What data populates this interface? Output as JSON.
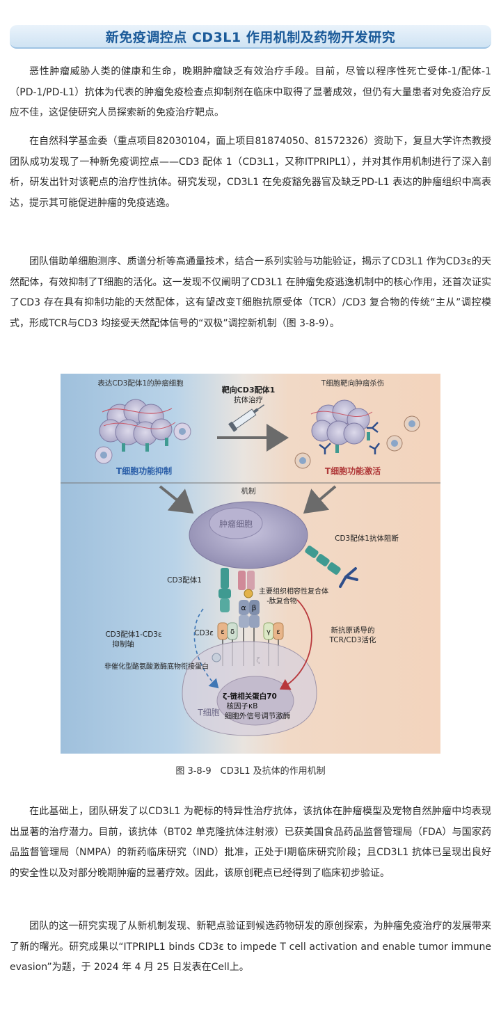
{
  "title": "新免疫调控点 CD3L1 作用机制及药物开发研究",
  "paragraphs": [
    "恶性肿瘤威胁人类的健康和生命，晚期肿瘤缺乏有效治疗手段。目前，尽管以程序性死亡受体-1/配体-1（PD-1/PD-L1）抗体为代表的肿瘤免疫检查点抑制剂在临床中取得了显著成效，但仍有大量患者对免疫治疗反应不佳，这促使研究人员探索新的免疫治疗靶点。",
    "在自然科学基金委（重点项目82030104，面上项目81874050、81572326）资助下，复旦大学许杰教授团队成功发现了一种新免疫调控点——CD3 配体 1（CD3L1，又称ITPRIPL1），并对其作用机制进行了深入剖析，研发出针对该靶点的治疗性抗体。研究发现，CD3L1 在免疫豁免器官及缺乏PD-L1 表达的肿瘤组织中高表达，提示其可能促进肿瘤的免疫逃逸。",
    "团队借助单细胞测序、质谱分析等高通量技术，结合一系列实验与功能验证，揭示了CD3L1 作为CD3ε的天然配体，有效抑制了T细胞的活化。这一发现不仅阐明了CD3L1 在肿瘤免疫逃逸机制中的核心作用，还首次证实了CD3 存在具有抑制功能的天然配体，这有望改变T细胞抗原受体（TCR）/CD3 复合物的传统“主从”调控模式，形成TCR与CD3 均接受天然配体信号的“双极”调控新机制（图 3-8-9）。",
    "在此基础上，团队研发了以CD3L1 为靶标的特异性治疗抗体，该抗体在肿瘤模型及宠物自然肿瘤中均表现出显著的治疗潜力。目前，该抗体（BT02 单克隆抗体注射液）已获美国食品药品监督管理局（FDA）与国家药品监督管理局（NMPA）的新药临床研究（IND）批准，正处于Ⅰ期临床研究阶段；且CD3L1 抗体已呈现出良好的安全性以及对部分晚期肿瘤的显著疗效。因此，该原创靶点已经得到了临床初步验证。",
    "团队的这一研究实现了从新机制发现、新靶点验证到候选药物研发的原创探索，为肿瘤免疫治疗的发展带来了新的曙光。研究成果以“ITPRIPL1 binds CD3ε to impede T cell activation and enable tumor immune evasion”为题，于 2024 年 4 月 25 日发表在Cell上。"
  ],
  "figure": {
    "label_tumor_cd3l1": "表达CD3配体1的肿瘤细胞",
    "label_therapy_line1": "靶向CD3配体1",
    "label_therapy_line2": "抗体治疗",
    "label_killing": "T细胞靶向肿瘤杀伤",
    "label_t_suppressed": "T细胞功能抑制",
    "label_t_activated": "T细胞功能激活",
    "label_mechanism": "机制",
    "label_tumor_cell": "肿瘤细胞",
    "label_block": "CD3配体1抗体阻断",
    "label_cd3l1": "CD3配体1",
    "label_mhc_line1": "主要组织相容性复合体",
    "label_mhc_line2": "-肽复合物",
    "label_alpha": "α",
    "label_beta": "β",
    "label_cd3e": "CD3ε",
    "label_epsilon_left": "ε",
    "label_delta": "δ",
    "label_gamma": "γ",
    "label_epsilon_right": "ε",
    "label_zeta": "ζ",
    "label_axis_line1": "CD3配体1-CD3ε",
    "label_axis_line2": "抑制轴",
    "label_activation_line1": "新抗原诱导的",
    "label_activation_line2": "TCR/CD3活化",
    "label_ncp": "非催化型酪氨酸激酶底物衔接蛋白",
    "label_zap70": "ζ-链相关蛋白70",
    "label_nfkb": "核因子κB",
    "label_erk": "细胞外信号调节激酶",
    "label_tcell": "T细胞"
  },
  "caption": "图 3-8-9　CD3L1 及抗体的作用机制",
  "colors": {
    "title": "#1b5a99",
    "blue_panel": "#9fc0dc",
    "peach_panel": "#f3d4bd",
    "teal": "#3f9a91",
    "pink": "#d08a98",
    "dark_blue_antibody": "#2f4e8a",
    "red_arrow": "#b8383c"
  }
}
